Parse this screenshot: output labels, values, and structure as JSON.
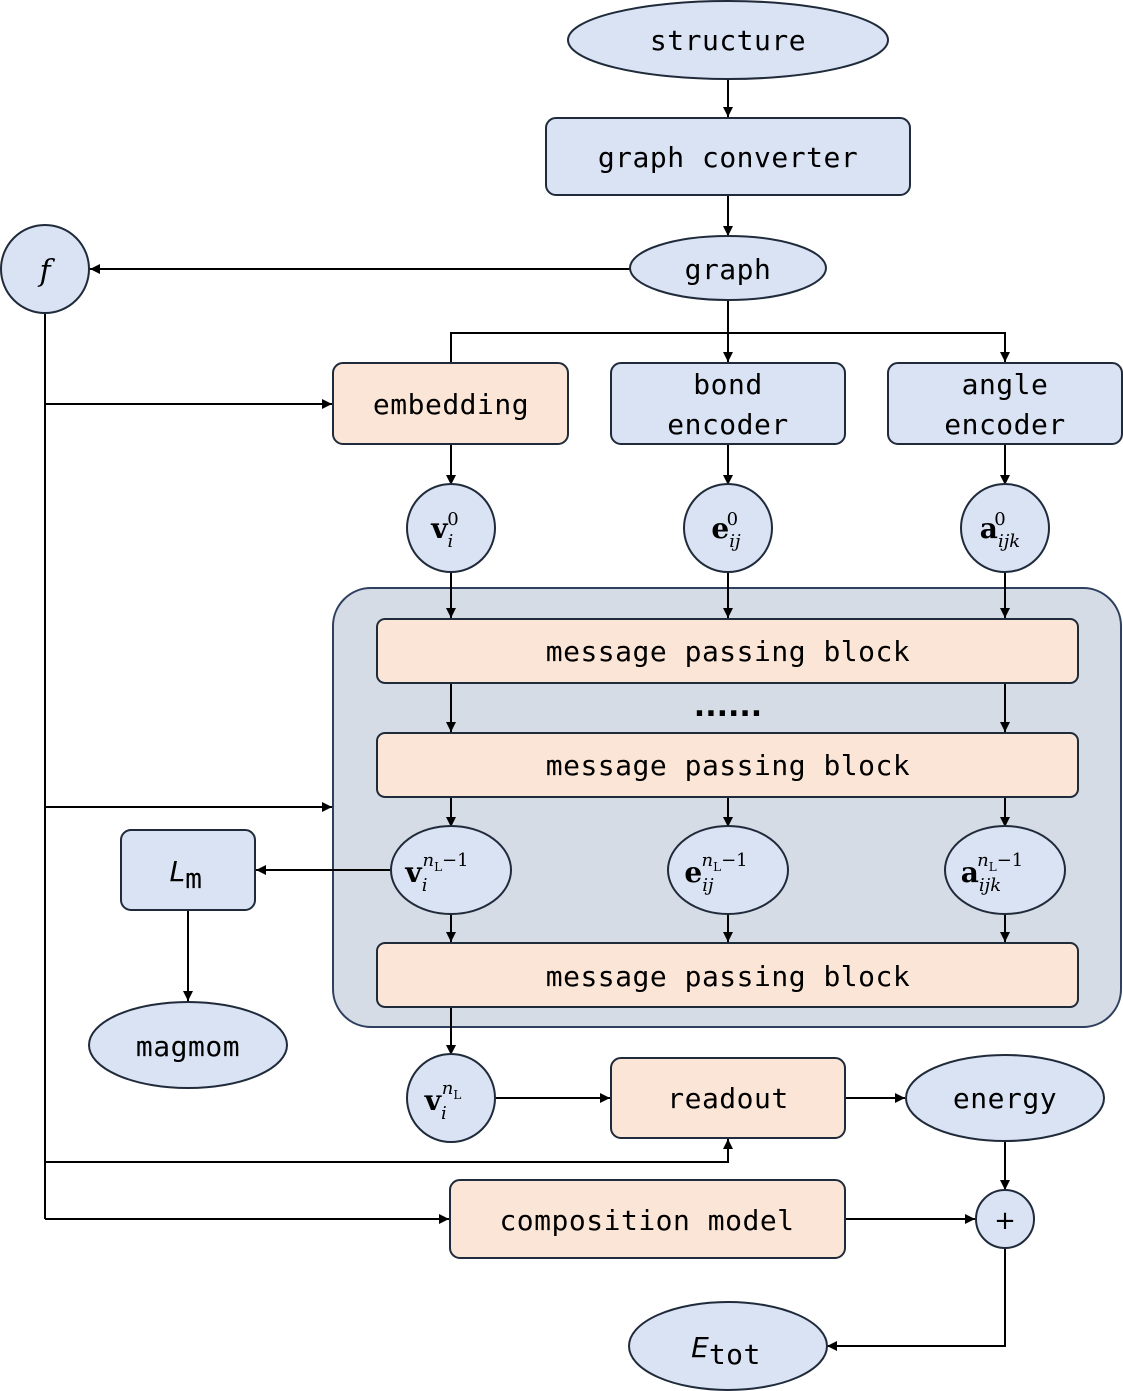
{
  "nodes": {
    "structure": "structure",
    "graph_converter": "graph converter",
    "graph": "graph",
    "f": "f",
    "embedding": "embedding",
    "bond_encoder": [
      "bond",
      "encoder"
    ],
    "angle_encoder": [
      "angle",
      "encoder"
    ],
    "v0": {
      "base": "v",
      "sub": "i",
      "sup": "0"
    },
    "e0": {
      "base": "e",
      "sub": "ij",
      "sup": "0"
    },
    "a0": {
      "base": "a",
      "sub": "ijk",
      "sup": "0"
    },
    "mp_block_1": "message passing block",
    "ellipsis": "......",
    "mp_block_2": "message passing block",
    "vn1": {
      "base": "v",
      "sub": "i",
      "sup": "n",
      "sup_sub": "L",
      "sup_tail": "−1"
    },
    "en1": {
      "base": "e",
      "sub": "ij",
      "sup": "n",
      "sup_sub": "L",
      "sup_tail": "−1"
    },
    "an1": {
      "base": "a",
      "sub": "ijk",
      "sup": "n",
      "sup_sub": "L",
      "sup_tail": "−1"
    },
    "lm": {
      "base": "L",
      "sub": "m"
    },
    "magmom": "magmom",
    "mp_block_3": "message passing block",
    "vn": {
      "base": "v",
      "sub": "i",
      "sup": "n",
      "sup_sub": "L"
    },
    "readout": "readout",
    "energy": "energy",
    "composition_model": "composition model",
    "plus": "+",
    "etot": {
      "base": "E",
      "sub": "tot"
    }
  },
  "colors": {
    "blue_fill": "#dae3f3",
    "peach_fill": "#fbe5d6",
    "group_fill": "#d6dce5",
    "stroke": "#1f2a3a"
  }
}
